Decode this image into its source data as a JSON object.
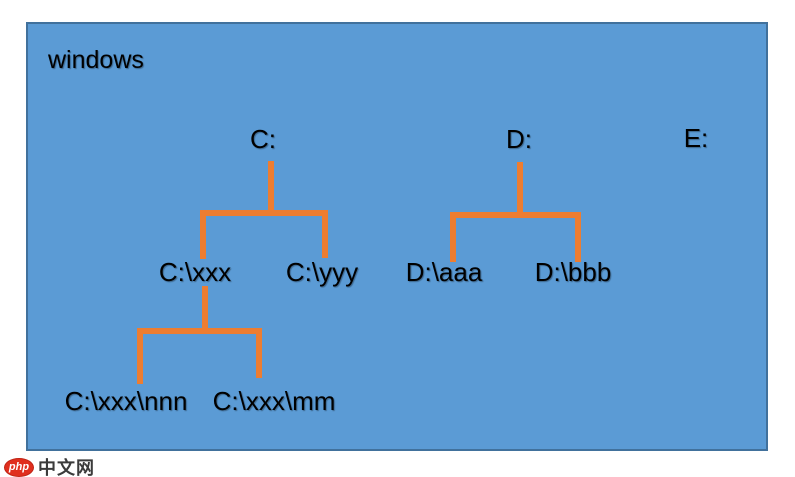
{
  "colors": {
    "page_background": "#ffffff",
    "canvas_fill": "#5b9bd5",
    "canvas_border": "#41719c",
    "connector_line": "#ed7d31",
    "label_text": "#000000"
  },
  "diagram": {
    "title": "windows",
    "drives": [
      {
        "label": "C:",
        "children": [
          {
            "label": "C:\\xxx",
            "children": [
              {
                "label": "C:\\xxx\\nnn",
                "children": []
              },
              {
                "label": "C:\\xxx\\mm",
                "children": []
              }
            ]
          },
          {
            "label": "C:\\yyy",
            "children": []
          }
        ]
      },
      {
        "label": "D:",
        "children": [
          {
            "label": "D:\\aaa",
            "children": []
          },
          {
            "label": "D:\\bbb",
            "children": []
          }
        ]
      },
      {
        "label": "E:",
        "children": []
      }
    ]
  },
  "watermark": {
    "logo_text": "php",
    "site_name": "中文网",
    "logo_color": "#e02f1e",
    "text_color": "#3b3b3b"
  }
}
